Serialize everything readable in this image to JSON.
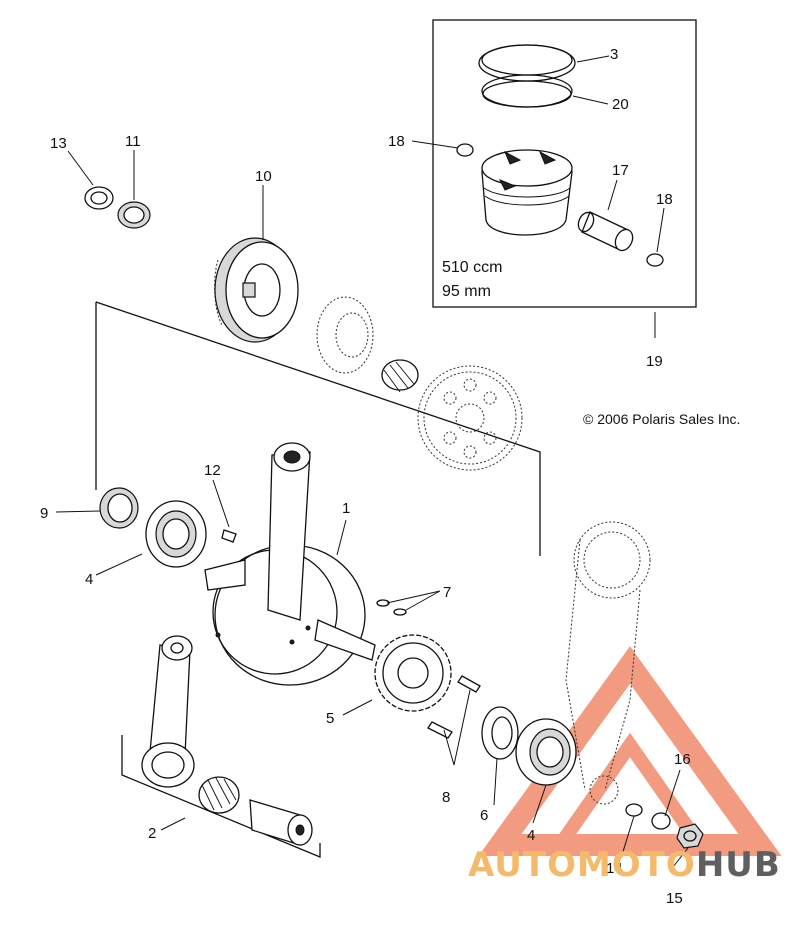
{
  "callouts": {
    "c1": "1",
    "c2": "2",
    "c3": "3",
    "c4a": "4",
    "c4b": "4",
    "c5": "5",
    "c6": "6",
    "c7": "7",
    "c8": "8",
    "c9": "9",
    "c10": "10",
    "c11": "11",
    "c12": "12",
    "c13": "13",
    "c14": "14",
    "c15": "15",
    "c16": "16",
    "c17": "17",
    "c18a": "18",
    "c18b": "18",
    "c19": "19",
    "c20": "20"
  },
  "piston_kit": {
    "displacement": "510 ccm",
    "bore": "95 mm"
  },
  "copyright": "© 2006 Polaris Sales Inc.",
  "watermark": {
    "part1": "AUTOMOTO",
    "part2": "HUB",
    "accent_color": "#f08a6a",
    "text_color": "#f5b96a",
    "dark_color": "#5f5f5f"
  }
}
